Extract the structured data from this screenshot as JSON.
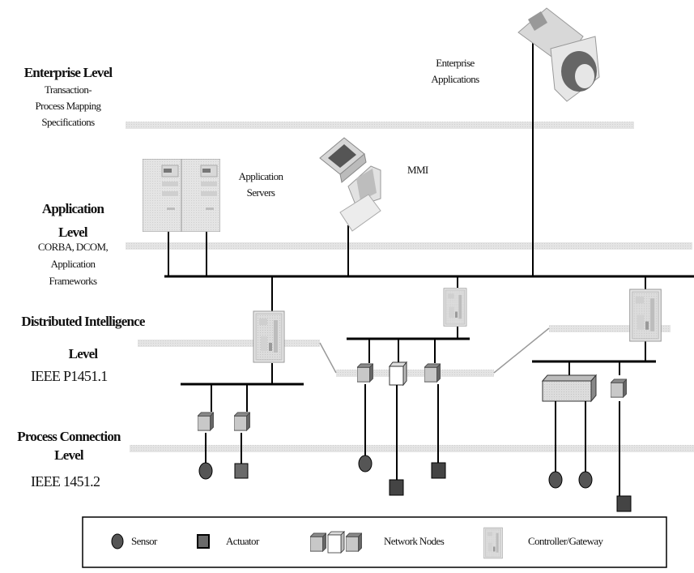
{
  "levels": {
    "enterprise": {
      "title": "Enterprise Level",
      "lines": [
        "Transaction-",
        "Process Mapping",
        "Specifications"
      ]
    },
    "application": {
      "title_lines": [
        "Application",
        "Level"
      ],
      "lines": [
        "CORBA, DCOM,",
        "Application",
        "Frameworks"
      ]
    },
    "distributed": {
      "title_lines": [
        "Distributed Intelligence",
        "Level"
      ],
      "standard": "IEEE P1451.1"
    },
    "process": {
      "title_lines": [
        "Process Connection",
        "Level"
      ],
      "standard": "IEEE 1451.2"
    }
  },
  "labels": {
    "enterprise_apps": [
      "Enterprise",
      "Applications"
    ],
    "app_servers": [
      "Application",
      "Servers"
    ],
    "mmi": "MMI"
  },
  "legend": {
    "sensor": "Sensor",
    "actuator": "Actuator",
    "network_nodes": "Network Nodes",
    "controller": "Controller/Gateway"
  }
}
